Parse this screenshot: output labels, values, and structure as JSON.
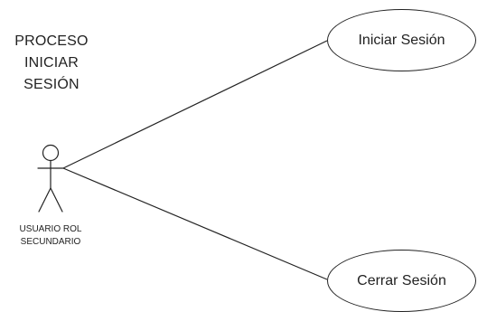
{
  "diagram": {
    "title": [
      "PROCESO",
      "INICIAR",
      "SESIÓN"
    ],
    "actor": {
      "name_lines": [
        "USUARIO ROL",
        "SECUNDARIO"
      ],
      "icon": "stick-figure-icon"
    },
    "use_cases": [
      {
        "label": "Iniciar Sesión"
      },
      {
        "label": "Cerrar Sesión"
      }
    ],
    "colors": {
      "line": "#222222",
      "background": "#ffffff"
    }
  }
}
